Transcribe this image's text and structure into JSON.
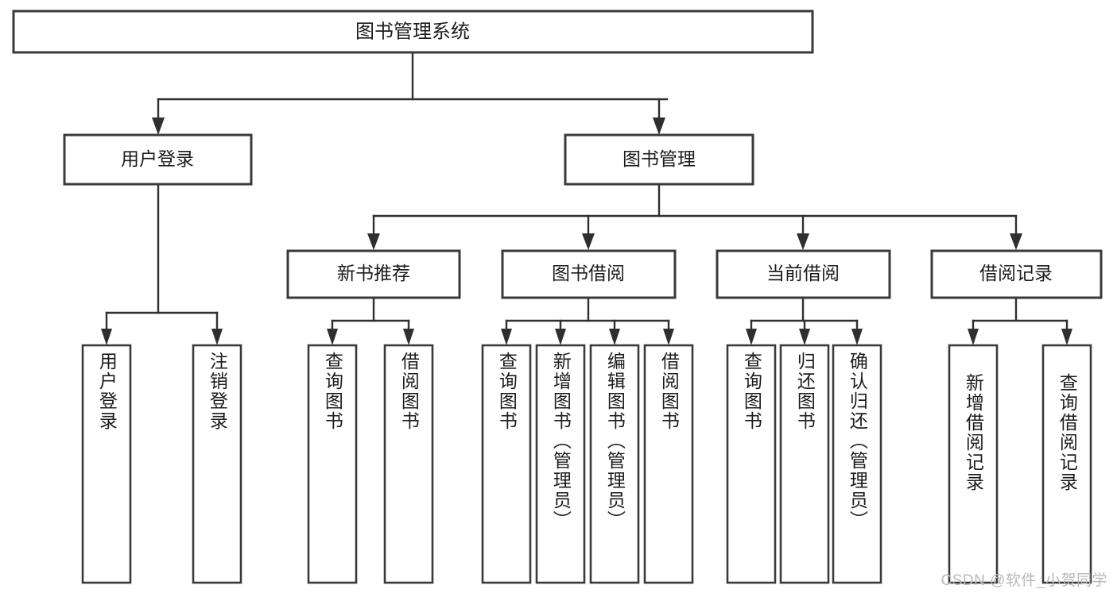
{
  "diagram": {
    "type": "hierarchy-tree",
    "title_node": "图书管理系统",
    "watermark": "CSDN @软件_小贺同学",
    "colors": {
      "box_stroke": "#3a3a3a",
      "connector": "#2f2f2f",
      "background": "#ffffff",
      "text": "#1c1c1c",
      "watermark": "#b9b9b9"
    },
    "levels": {
      "root": {
        "label": "图书管理系统"
      },
      "level2": [
        {
          "label": "用户登录"
        },
        {
          "label": "图书管理"
        }
      ],
      "level3": [
        {
          "label": "新书推荐"
        },
        {
          "label": "图书借阅"
        },
        {
          "label": "当前借阅"
        },
        {
          "label": "借阅记录"
        }
      ],
      "leaves": {
        "user_login": [
          {
            "label": "用户登录"
          },
          {
            "label": "注销登录"
          }
        ],
        "new_book_recommend": [
          {
            "label": "查询图书"
          },
          {
            "label": "借阅图书"
          }
        ],
        "book_borrow": [
          {
            "label": "查询图书"
          },
          {
            "label": "新增图书（管理员）"
          },
          {
            "label": "编辑图书（管理员）"
          },
          {
            "label": "借阅图书"
          }
        ],
        "current_borrow": [
          {
            "label": "查询图书"
          },
          {
            "label": "归还图书"
          },
          {
            "label": "确认归还（管理员）"
          }
        ],
        "borrow_record": [
          {
            "label": "新增借阅记录"
          },
          {
            "label": "查询借阅记录"
          }
        ]
      }
    }
  }
}
